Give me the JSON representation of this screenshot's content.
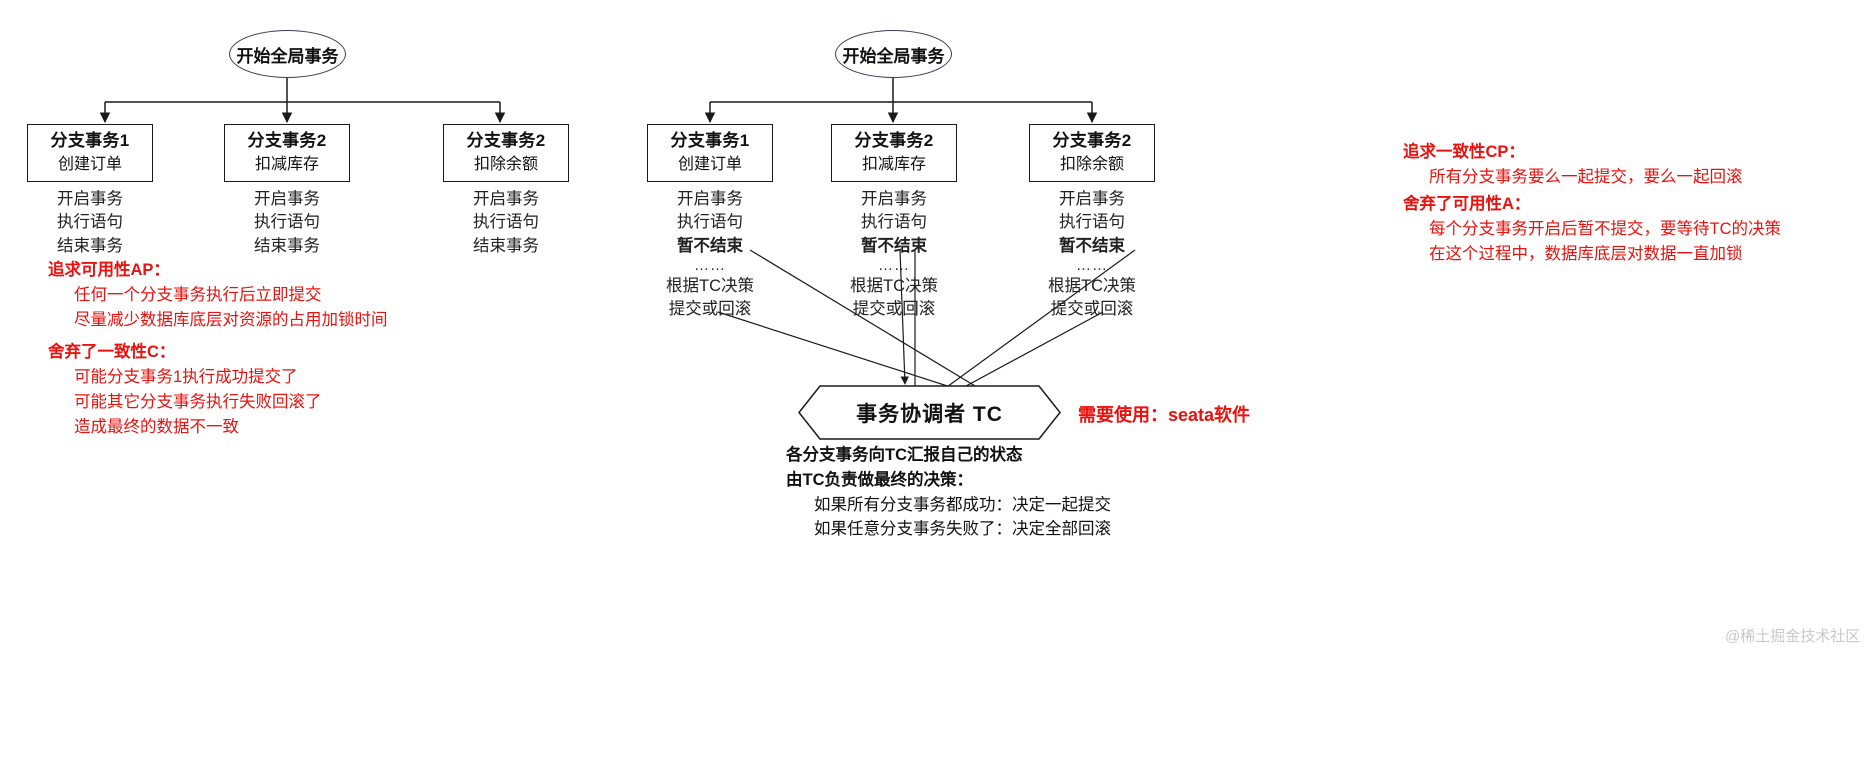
{
  "left_diagram": {
    "root": {
      "label": "开始全局事务"
    },
    "branches": [
      {
        "title": "分支事务1",
        "subtitle": "创建订单",
        "steps": [
          "开启事务",
          "执行语句",
          "结束事务"
        ]
      },
      {
        "title": "分支事务2",
        "subtitle": "扣减库存",
        "steps": [
          "开启事务",
          "执行语句",
          "结束事务"
        ]
      },
      {
        "title": "分支事务2",
        "subtitle": "扣除余额",
        "steps": [
          "开启事务",
          "执行语句",
          "结束事务"
        ]
      }
    ],
    "notes": [
      {
        "heading": "追求可用性AP：",
        "lines": [
          "任何一个分支事务执行后立即提交",
          "尽量减少数据库底层对资源的占用加锁时间"
        ]
      },
      {
        "heading": "舍弃了一致性C：",
        "lines": [
          "可能分支事务1执行成功提交了",
          "可能其它分支事务执行失败回滚了",
          "造成最终的数据不一致"
        ]
      }
    ]
  },
  "right_diagram": {
    "root": {
      "label": "开始全局事务"
    },
    "branches": [
      {
        "title": "分支事务1",
        "subtitle": "创建订单",
        "steps": [
          "开启事务",
          "执行语句"
        ],
        "strong_step": "暂不结束",
        "dots": "……",
        "tail": [
          "根据TC决策",
          "提交或回滚"
        ]
      },
      {
        "title": "分支事务2",
        "subtitle": "扣减库存",
        "steps": [
          "开启事务",
          "执行语句"
        ],
        "strong_step": "暂不结束",
        "dots": "……",
        "tail": [
          "根据TC决策",
          "提交或回滚"
        ]
      },
      {
        "title": "分支事务2",
        "subtitle": "扣除余额",
        "steps": [
          "开启事务",
          "执行语句"
        ],
        "strong_step": "暂不结束",
        "dots": "……",
        "tail": [
          "根据TC决策",
          "提交或回滚"
        ]
      }
    ],
    "coordinator": {
      "label": "事务协调者 TC",
      "red_note": "需要使用：seata软件",
      "description": {
        "bold_lines": [
          "各分支事务向TC汇报自己的状态",
          "由TC负责做最终的决策："
        ],
        "indented_lines": [
          "如果所有分支事务都成功：决定一起提交",
          "如果任意分支事务失败了：决定全部回滚"
        ]
      }
    },
    "notes": [
      {
        "heading": "追求一致性CP：",
        "lines": [
          "所有分支事务要么一起提交，要么一起回滚"
        ]
      },
      {
        "heading": "舍弃了可用性A：",
        "lines": [
          "每个分支事务开启后暂不提交，要等待TC的决策",
          "在这个过程中，数据库底层对数据一直加锁"
        ]
      }
    ]
  },
  "watermark": "@稀土掘金技术社区",
  "colors": {
    "stroke": "#1a1a1a",
    "ellipse_stroke": "#3b3b5c",
    "red": "#e8120e",
    "watermark": "#c9c9c9"
  }
}
